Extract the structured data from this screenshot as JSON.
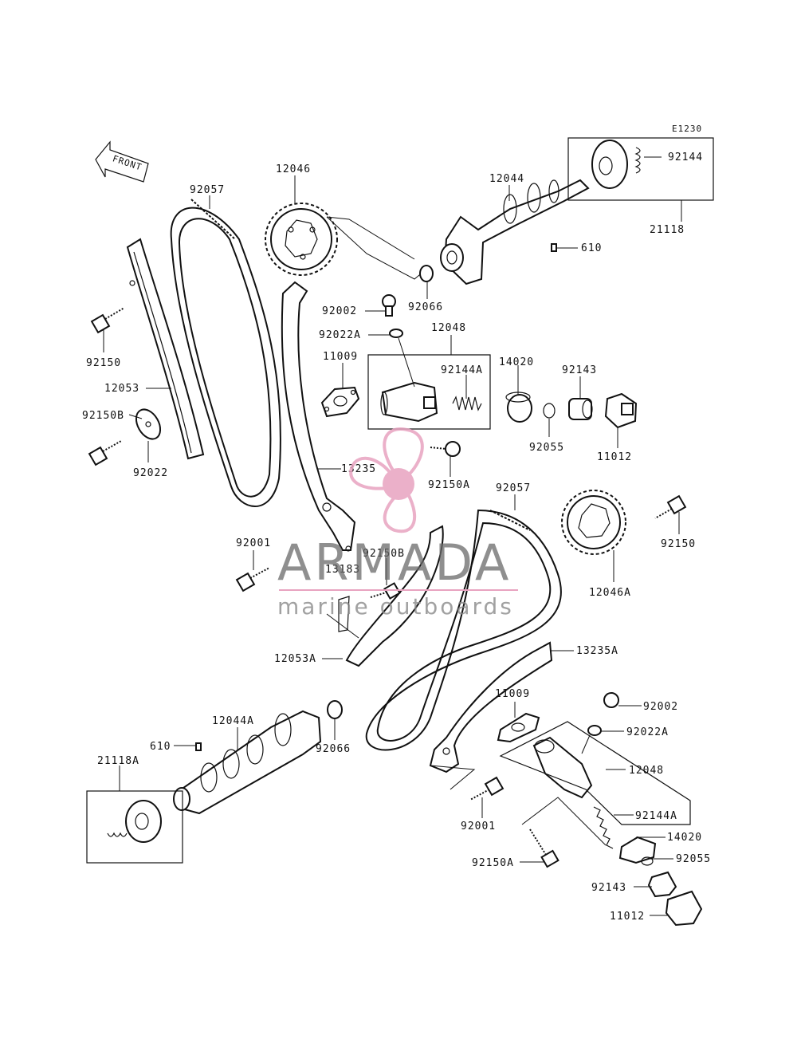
{
  "diagram_code": "E1230",
  "front_label": "FRONT",
  "watermark": {
    "brand": "ARMADA",
    "tagline": "marine outboards",
    "logo_color": "#e8a3c0"
  },
  "labels": {
    "p92144": "92144",
    "p21118": "21118",
    "p610_top": "610",
    "p12044": "12044",
    "p12046": "12046",
    "p92057_top": "92057",
    "p92066_top": "92066",
    "p92002_top": "92002",
    "p92022A_top": "92022A",
    "p12048_top": "12048",
    "p92144A_top": "92144A",
    "p14020_top": "14020",
    "p92143_top": "92143",
    "p11009_top": "11009",
    "p92055_top": "92055",
    "p11012_top": "11012",
    "p92150_left": "92150",
    "p12053": "12053",
    "p92150B_left": "92150B",
    "p92022": "92022",
    "p13235": "13235",
    "p92150A_mid": "92150A",
    "p92057_mid": "92057",
    "p92150_right": "92150",
    "p12046A": "12046A",
    "p92001_left": "92001",
    "p92150B_mid": "92150B",
    "p13183": "13183",
    "p12053A": "12053A",
    "p13235A": "13235A",
    "p11009_bot": "11009",
    "p92002_bot": "92002",
    "p92022A_bot": "92022A",
    "p12044A": "12044A",
    "p610_bot": "610",
    "p92066_bot": "92066",
    "p21118A": "21118A",
    "p12048_bot": "12048",
    "p92144A_bot": "92144A",
    "p92001_bot": "92001",
    "p14020_bot": "14020",
    "p92055_bot": "92055",
    "p92150A_bot": "92150A",
    "p92143_bot": "92143",
    "p11012_bot": "11012"
  }
}
